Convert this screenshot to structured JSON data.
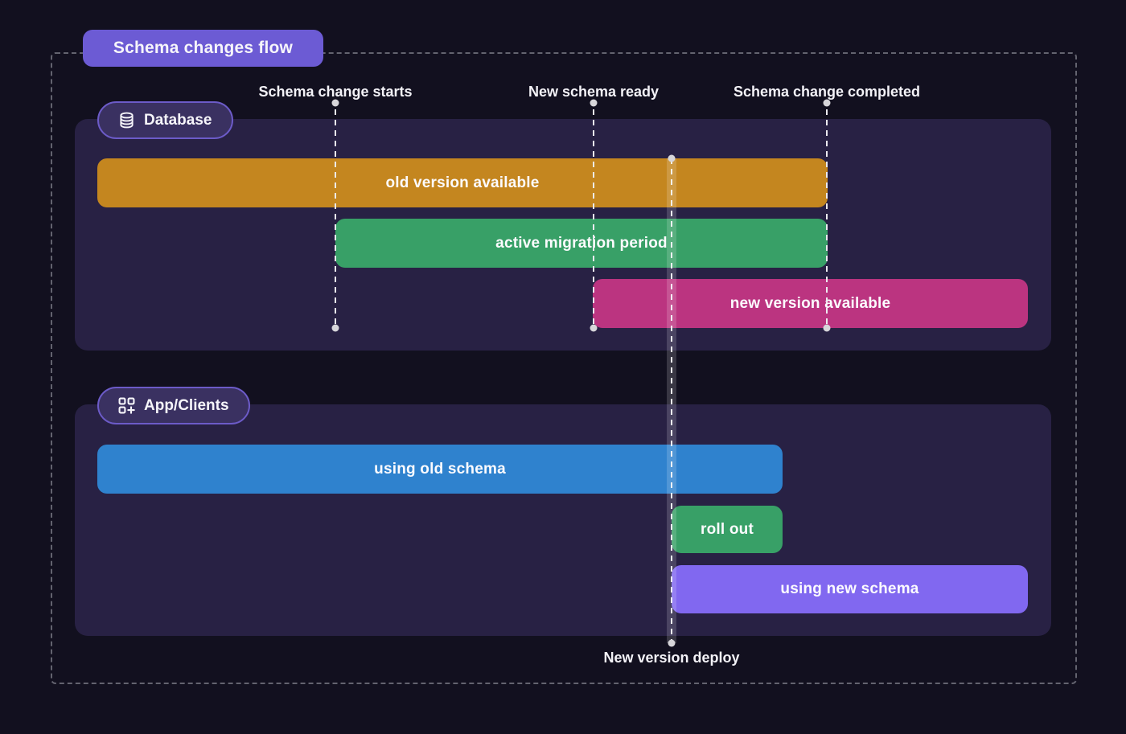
{
  "title": "Schema changes flow",
  "milestones": [
    {
      "label": "Schema change starts"
    },
    {
      "label": "New schema ready"
    },
    {
      "label": "Schema change completed"
    }
  ],
  "deploy": {
    "label": "New version deploy"
  },
  "lanes": [
    {
      "name": "Database",
      "icon": "database-icon",
      "bars": [
        {
          "label": "old version available",
          "color": "#c4861f"
        },
        {
          "label": "active migration period",
          "color": "#38a067"
        },
        {
          "label": "new version available",
          "color": "#bb3480"
        }
      ]
    },
    {
      "name": "App/Clients",
      "icon": "apps-plus-icon",
      "bars": [
        {
          "label": "using old schema",
          "color": "#2f82ce"
        },
        {
          "label": "roll out",
          "color": "#38a067"
        },
        {
          "label": "using new schema",
          "color": "#8168f0"
        }
      ]
    }
  ],
  "colors": {
    "background": "#12101f",
    "panel": "#282144",
    "title_badge": "#6c5bd4",
    "lane_badge_fill": "#3a3161",
    "lane_badge_border": "#6c5bc8",
    "guide_dot": "#d7d6da",
    "outer_border": "#63636f"
  }
}
